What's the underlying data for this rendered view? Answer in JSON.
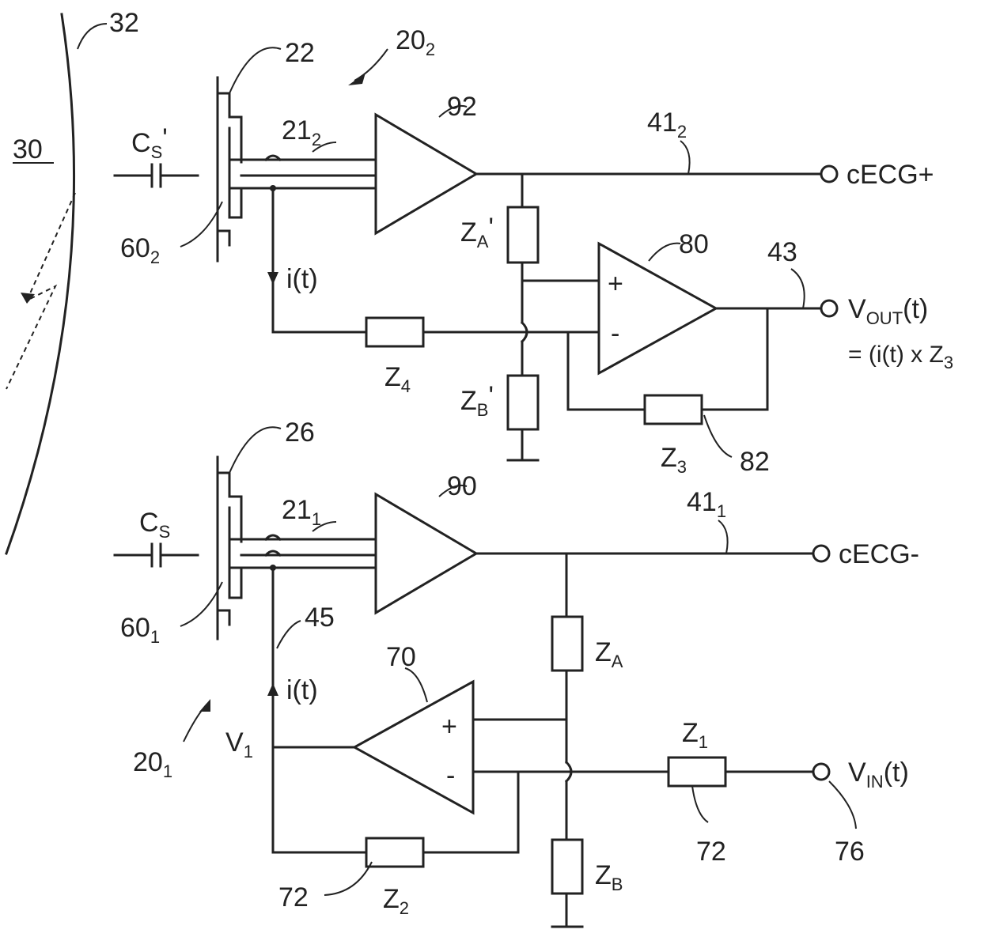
{
  "labels": {
    "ref32": "32",
    "ref30": "30",
    "ref22": "22",
    "ref20_2": "20",
    "ref20_2_sub": "2",
    "ref92": "92",
    "cs_prime": "C",
    "cs_prime_sub": "S",
    "cs_prime_mark": "'",
    "ref21_2": "21",
    "ref21_2_sub": "2",
    "ref41_2": "41",
    "ref41_2_sub": "2",
    "cecg_plus": "cECG+",
    "ref60_2": "60",
    "ref60_2_sub": "2",
    "za_prime": "Z",
    "za_prime_sub": "A",
    "za_prime_mark": "'",
    "ref80": "80",
    "ref43": "43",
    "it_top": "i(t)",
    "vout": "V",
    "vout_sub": "OUT",
    "vout_tail": "(t)",
    "vout_eq": "= (i(t) x Z",
    "vout_eq_sub": "3",
    "z4": "Z",
    "z4_sub": "4",
    "zb_prime": "Z",
    "zb_prime_sub": "B",
    "zb_prime_mark": "'",
    "z3": "Z",
    "z3_sub": "3",
    "ref82": "82",
    "ref26": "26",
    "cs": "C",
    "cs_sub": "S",
    "ref90": "90",
    "ref21_1": "21",
    "ref21_1_sub": "1",
    "ref41_1": "41",
    "ref41_1_sub": "1",
    "cecg_minus": "cECG-",
    "ref60_1": "60",
    "ref60_1_sub": "1",
    "ref45": "45",
    "ref70": "70",
    "za": "Z",
    "za_sub": "A",
    "it_bottom": "i(t)",
    "v1": "V",
    "v1_sub": "1",
    "ref20_1": "20",
    "ref20_1_sub": "1",
    "z1": "Z",
    "z1_sub": "1",
    "vin": "V",
    "vin_sub": "IN",
    "vin_tail": "(t)",
    "ref72_a": "72",
    "ref72_b": "72",
    "ref76": "76",
    "z2": "Z",
    "z2_sub": "2",
    "zb": "Z",
    "zb_sub": "B",
    "plus_80": "+",
    "minus_80": "-",
    "plus_70": "+",
    "minus_70": "-"
  }
}
